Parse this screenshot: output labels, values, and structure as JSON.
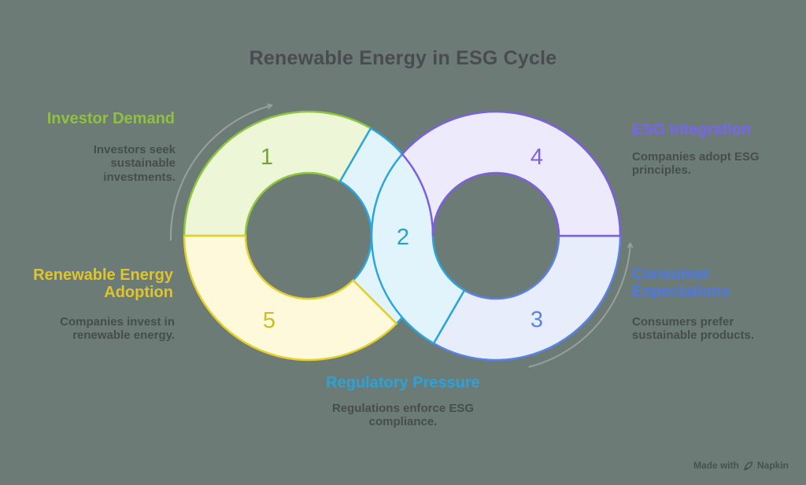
{
  "title": {
    "text": "Renewable Energy in ESG Cycle",
    "color": "#4a4b4e"
  },
  "colors": {
    "background": "#6d7b76",
    "arrow": "#9aa09c",
    "body_text": "#454e4a"
  },
  "watermark": {
    "prefix": "Made with",
    "brand": "Napkin",
    "color": "#414b46"
  },
  "steps": [
    {
      "num": "1",
      "label": "Investor Demand",
      "desc": "Investors seek\nsustainable\ninvestments.",
      "label_color": "#8fc13c",
      "fill": "#edf6d6",
      "stroke": "#8dc63f",
      "num_color": "#75a433"
    },
    {
      "num": "2",
      "label": "Regulatory Pressure",
      "desc": "Regulations enforce ESG\ncompliance.",
      "label_color": "#2aa3da",
      "fill": "#e1f3fb",
      "stroke": "#2ba6dd",
      "num_color": "#2a9ed5"
    },
    {
      "num": "3",
      "label": "Consumer\nExpectations",
      "desc": "Consumers prefer\nsustainable products.",
      "label_color": "#4c79e8",
      "fill": "#e7edfb",
      "stroke": "#5b82e8",
      "num_color": "#5b82e8"
    },
    {
      "num": "4",
      "label": "ESG Integration",
      "desc": "Companies adopt ESG\nprinciples.",
      "label_color": "#7765f0",
      "fill": "#edeafc",
      "stroke": "#7a5fdf",
      "num_color": "#7a64de"
    },
    {
      "num": "5",
      "label": "Renewable Energy\nAdoption",
      "desc": "Companies invest in\nrenewable energy.",
      "label_color": "#ddc62b",
      "fill": "#fdf9da",
      "stroke": "#e5d02b",
      "num_color": "#ccbe26"
    }
  ]
}
